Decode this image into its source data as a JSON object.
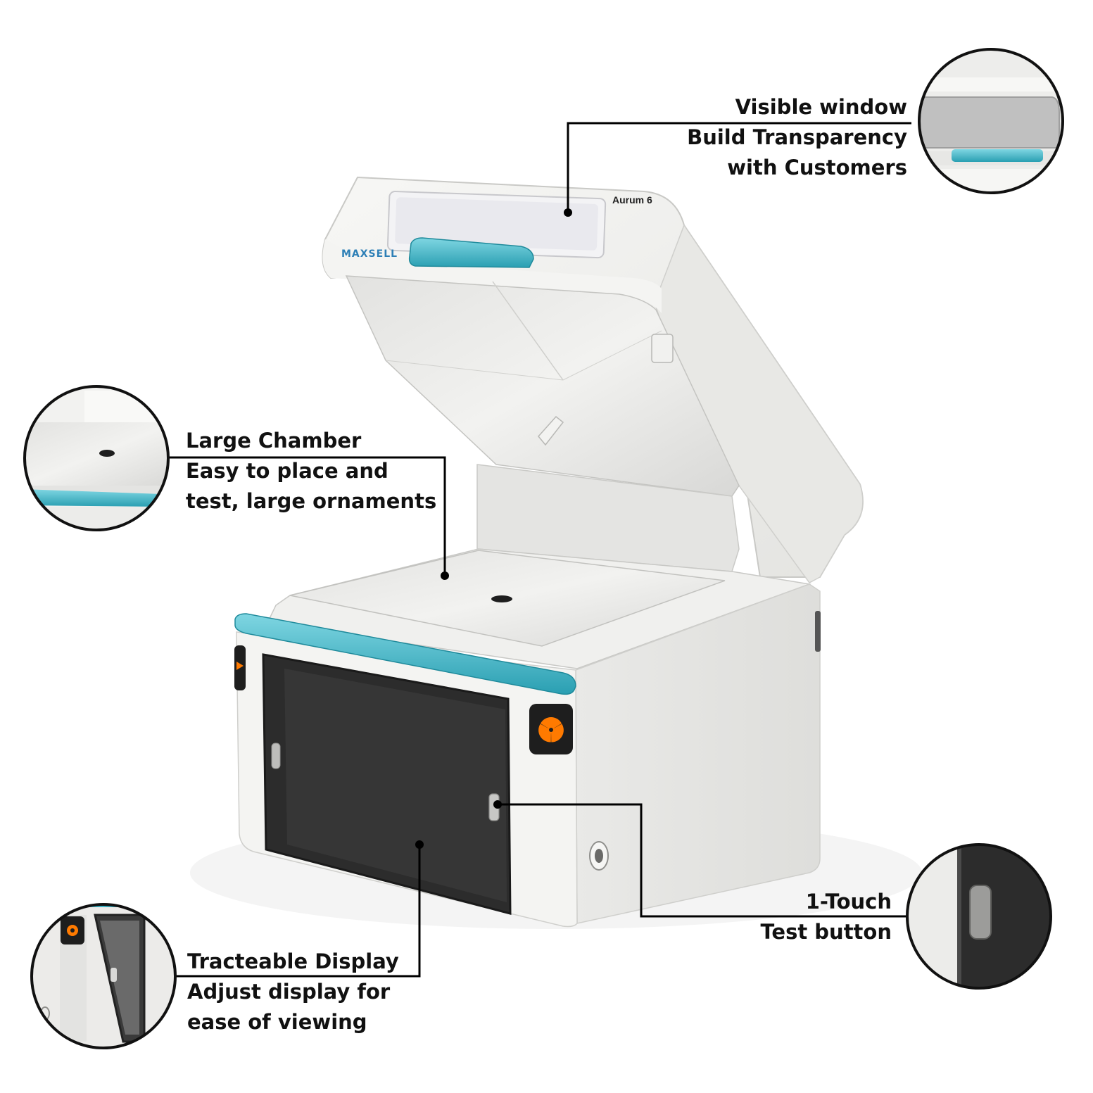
{
  "product": {
    "brand": "MAXSELL",
    "model": "Aurum 6",
    "accent_color": "#3fb7c9",
    "body_color": "#efefed",
    "screen_color": "#2e2e2e",
    "warning_color": "#ff7a00",
    "warning_icon": "radiation-icon"
  },
  "callouts": {
    "window": {
      "line1": "Visible window",
      "line2": "Build Transparency",
      "line3": "with Customers"
    },
    "chamber": {
      "line1": "Large Chamber",
      "line2": "Easy to place and",
      "line3": "test, large ornaments"
    },
    "display": {
      "line1": "Tracteable Display",
      "line2": "Adjust display for",
      "line3": "ease of viewing"
    },
    "button": {
      "line1": "1-Touch",
      "line2": "Test button"
    }
  }
}
